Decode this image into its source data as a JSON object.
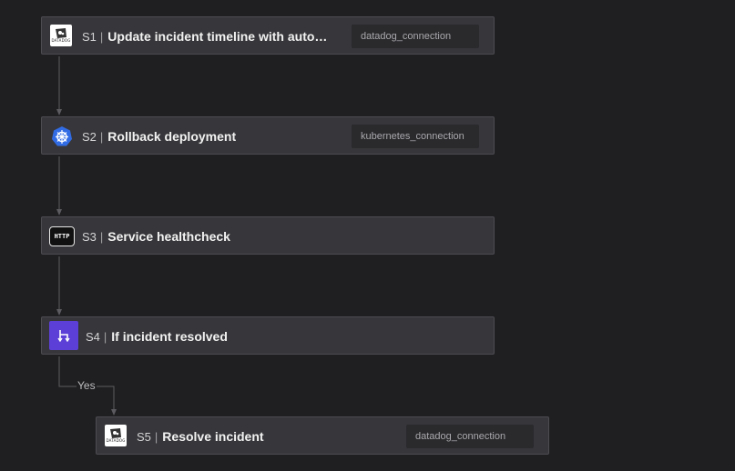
{
  "workflow": {
    "steps": [
      {
        "id": "S1",
        "title": "Update incident timeline with automa...",
        "connection": "datadog_connection",
        "icon": "datadog-icon",
        "icon_text": "DATADOG"
      },
      {
        "id": "S2",
        "title": "Rollback deployment",
        "connection": "kubernetes_connection",
        "icon": "kubernetes-icon"
      },
      {
        "id": "S3",
        "title": "Service healthcheck",
        "icon": "http-icon",
        "icon_text": "HTTP"
      },
      {
        "id": "S4",
        "title": "If incident resolved",
        "icon": "branch-icon"
      },
      {
        "id": "S5",
        "title": "Resolve incident",
        "connection": "datadog_connection",
        "icon": "datadog-icon",
        "icon_text": "DATADOG"
      }
    ],
    "branch_label": "Yes"
  },
  "colors": {
    "background": "#1f1f22",
    "node": "#37373b",
    "node_border": "#4c4c51",
    "connection_chip": "#2a2a2d",
    "branch_purple": "#5b3fd6",
    "kubernetes_blue": "#326ce5",
    "edge": "#5c5c60"
  }
}
